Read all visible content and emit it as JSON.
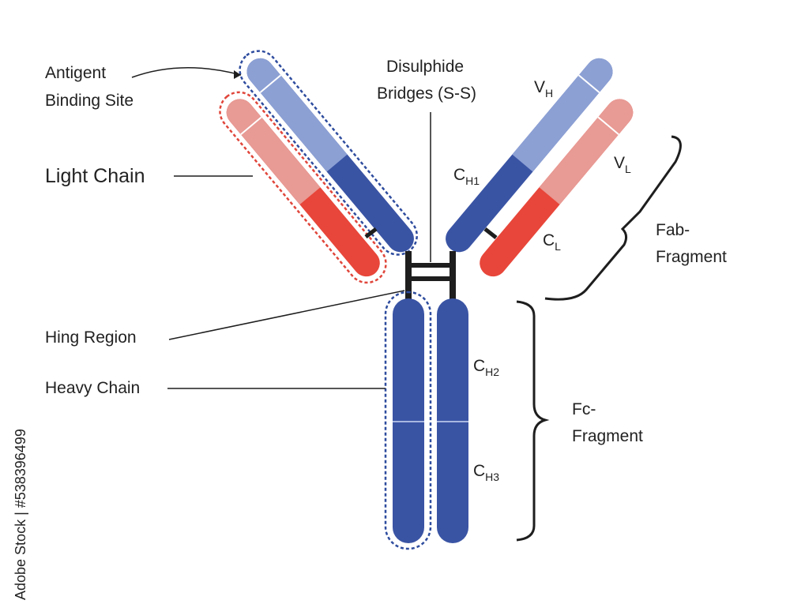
{
  "labels": {
    "antigen_line1": "Antigent",
    "antigen_line2": "Binding Site",
    "light_chain": "Light Chain",
    "hinge_region": "Hing Region",
    "heavy_chain": "Heavy Chain",
    "disulphide_line1": "Disulphide",
    "disulphide_line2": "Bridges (S-S)",
    "vh_main": "V",
    "vh_sub": "H",
    "vl_main": "V",
    "vl_sub": "L",
    "ch1_main": "C",
    "ch1_sub": "H1",
    "cl_main": "C",
    "cl_sub": "L",
    "ch2_main": "C",
    "ch2_sub": "H2",
    "ch3_main": "C",
    "ch3_sub": "H3",
    "fab_line1": "Fab-",
    "fab_line2": "Fragment",
    "fc_line1": "Fc-",
    "fc_line2": "Fragment"
  },
  "watermark": "Adobe Stock | #538396499",
  "colors": {
    "heavy_constant": "#3a54a4",
    "heavy_variable": "#8ca0d4",
    "light_constant": "#e8463a",
    "light_variable": "#e89a94",
    "heavy_outline": "#2e4c9e",
    "light_outline": "#e0453a",
    "bond": "#1e1e1e"
  }
}
